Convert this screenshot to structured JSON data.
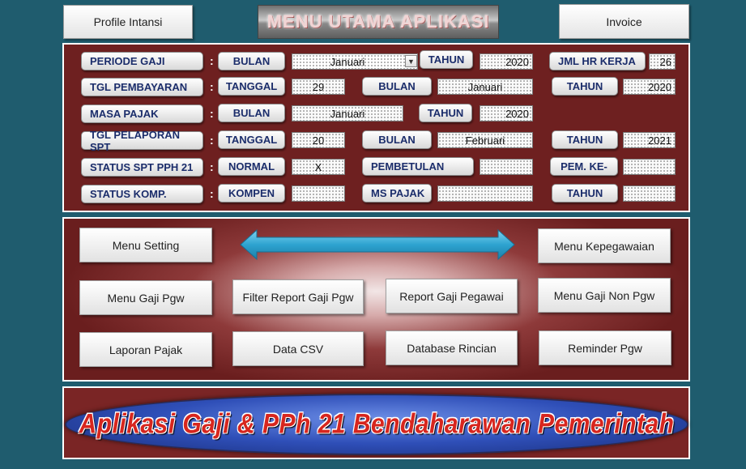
{
  "top": {
    "profile_label": "Profile Intansi",
    "title": "MENU UTAMA APLIKASI",
    "invoice_label": "Invoice"
  },
  "form": {
    "periode_gaji": {
      "label": "PERIODE GAJI",
      "sub": "BULAN",
      "value": "Januari",
      "tahun_label": "TAHUN",
      "tahun": "2020",
      "jml_label": "JML HR KERJA",
      "jml": "26"
    },
    "tgl_pembayaran": {
      "label": "TGL PEMBAYARAN",
      "sub": "TANGGAL",
      "tanggal": "29",
      "bulan_label": "BULAN",
      "bulan": "Januari",
      "tahun_label": "TAHUN",
      "tahun": "2020"
    },
    "masa_pajak": {
      "label": "MASA PAJAK",
      "sub": "BULAN",
      "bulan": "Januari",
      "tahun_label": "TAHUN",
      "tahun": "2020"
    },
    "tgl_pelaporan": {
      "label": "TGL PELAPORAN SPT",
      "sub": "TANGGAL",
      "tanggal": "20",
      "bulan_label": "BULAN",
      "bulan": "Februari",
      "tahun_label": "TAHUN",
      "tahun": "2021"
    },
    "status_spt": {
      "label": "STATUS SPT PPH 21",
      "sub": "NORMAL",
      "normal": "X",
      "pembetulan_label": "PEMBETULAN",
      "pembetulan": "",
      "pem_label": "PEM. KE-",
      "pem": ""
    },
    "status_komp": {
      "label": "STATUS KOMP.",
      "sub": "KOMPEN",
      "kompen": "",
      "ms_label": "MS PAJAK",
      "ms": "",
      "tahun_label": "TAHUN",
      "tahun": ""
    },
    "colon": ":"
  },
  "menu": {
    "setting": "Menu Setting",
    "kepegawaian": "Menu Kepegawaian",
    "gaji_pgw": "Menu Gaji Pgw",
    "filter_report": "Filter Report Gaji Pgw",
    "report_gaji": "Report Gaji Pegawai",
    "gaji_non_pgw": "Menu Gaji Non Pgw",
    "laporan_pajak": "Laporan Pajak",
    "data_csv": "Data CSV",
    "database_rincian": "Database Rincian",
    "reminder": "Reminder Pgw"
  },
  "banner": {
    "text": "Aplikasi Gaji & PPh 21 Bendaharawan Pemerintah"
  },
  "colors": {
    "background": "#1f5c6e",
    "panel": "#6e2020",
    "label_text": "#1b2d6b",
    "arrow": "#3aaed8",
    "banner_text": "#d7261e"
  }
}
